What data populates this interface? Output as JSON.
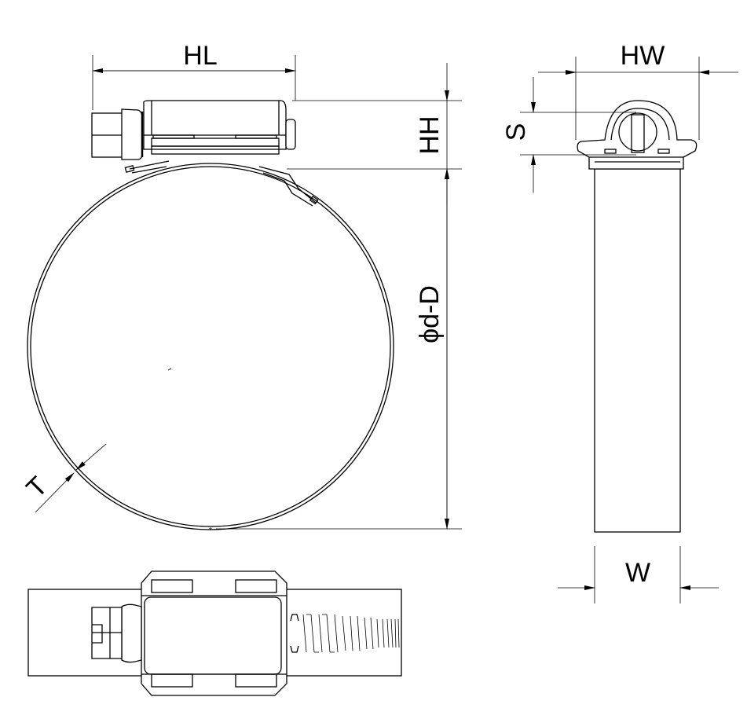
{
  "drawing": {
    "labels": {
      "housing_length": "HL",
      "housing_height": "HH",
      "diameter_range": "ϕd-D",
      "band_thickness": "T",
      "housing_width": "HW",
      "screw_size": "S",
      "band_width": "W"
    }
  }
}
